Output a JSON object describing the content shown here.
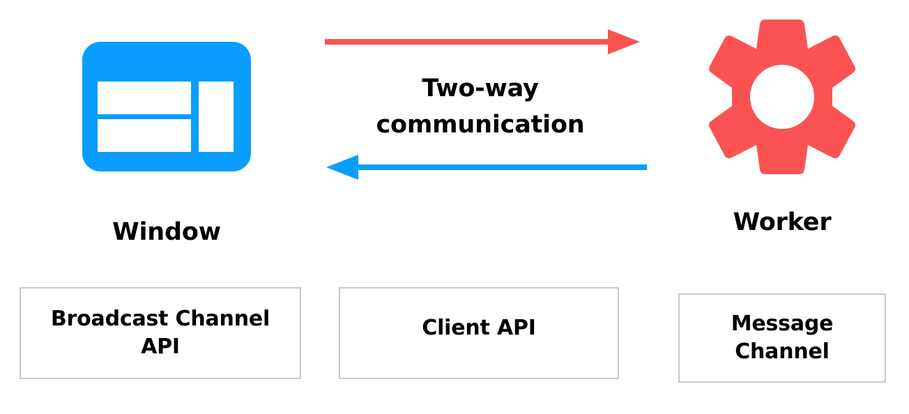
{
  "diagram": {
    "title": "Two-way communication between Window and Worker",
    "background_color": "#ffffff",
    "nodes": [
      {
        "id": "window",
        "label": "Window",
        "icon": "browser-window-icon",
        "color": "#0a9dfd"
      },
      {
        "id": "worker",
        "label": "Worker",
        "icon": "gear-icon",
        "color": "#fb5353"
      }
    ],
    "connection": {
      "caption_line1": "Two-way",
      "caption_line2": "communication",
      "arrows": [
        {
          "id": "window-to-worker",
          "direction": "right",
          "color": "#f9544f",
          "icon": "arrow-right-icon"
        },
        {
          "id": "worker-to-window",
          "direction": "left",
          "color": "#0a9dfd",
          "icon": "arrow-left-icon"
        }
      ]
    },
    "api_boxes": [
      {
        "id": "broadcast-channel-api",
        "line1": "Broadcast Channel",
        "line2": "API",
        "border_color": "#c9c9c9"
      },
      {
        "id": "client-api",
        "line1": "Client API",
        "line2": "",
        "border_color": "#c9c9c9"
      },
      {
        "id": "message-channel",
        "line1": "Message",
        "line2": "Channel",
        "border_color": "#c9c9c9"
      }
    ]
  }
}
